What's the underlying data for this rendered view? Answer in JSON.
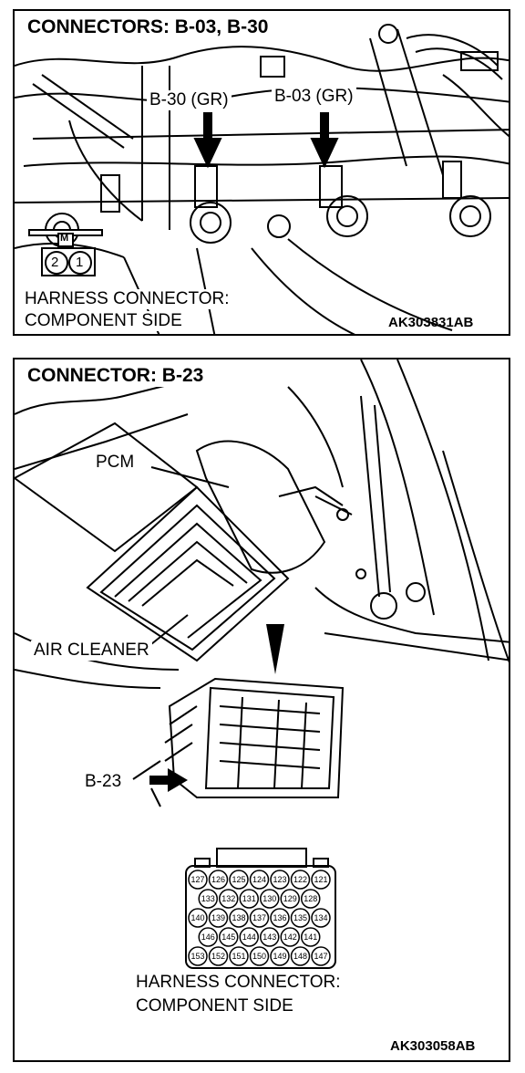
{
  "panel1": {
    "title": "CONNECTORS: B-03, B-30",
    "label_b30": "B-30 (GR)",
    "label_b03": "B-03 (GR)",
    "connector_mark": "M",
    "pin_left": "2",
    "pin_right": "1",
    "harness_line1": "HARNESS CONNECTOR:",
    "harness_line2": "COMPONENT SIDE",
    "code": "AK303831AB"
  },
  "panel2": {
    "title": "CONNECTOR: B-23",
    "label_pcm": "PCM",
    "label_air_cleaner": "AIR CLEANER",
    "label_b23": "B-23",
    "pin_rows": [
      [
        "127",
        "126",
        "125",
        "124",
        "123",
        "122",
        "121"
      ],
      [
        "133",
        "132",
        "131",
        "130",
        "129",
        "128"
      ],
      [
        "140",
        "139",
        "138",
        "137",
        "136",
        "135",
        "134"
      ],
      [
        "146",
        "145",
        "144",
        "143",
        "142",
        "141"
      ],
      [
        "153",
        "152",
        "151",
        "150",
        "149",
        "148",
        "147"
      ]
    ],
    "harness_line1": "HARNESS CONNECTOR:",
    "harness_line2": "COMPONENT SIDE",
    "code": "AK303058AB"
  }
}
